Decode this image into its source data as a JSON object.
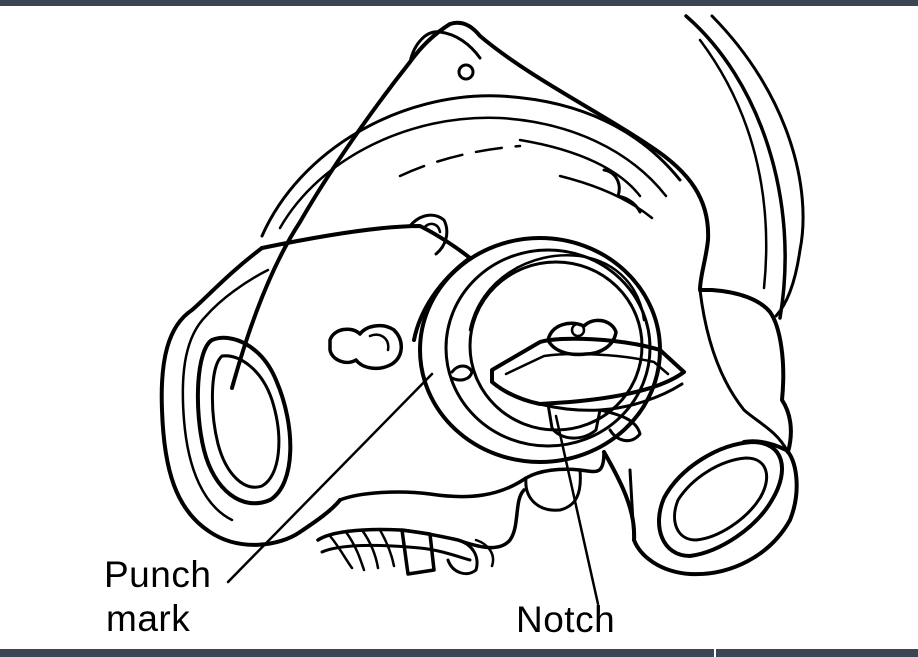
{
  "colors": {
    "frame_bar": "#3a4654",
    "line": "#000000",
    "background": "#ffffff"
  },
  "labels": {
    "punch_mark_line1": "Punch",
    "punch_mark_line2": "mark",
    "notch": "Notch"
  }
}
